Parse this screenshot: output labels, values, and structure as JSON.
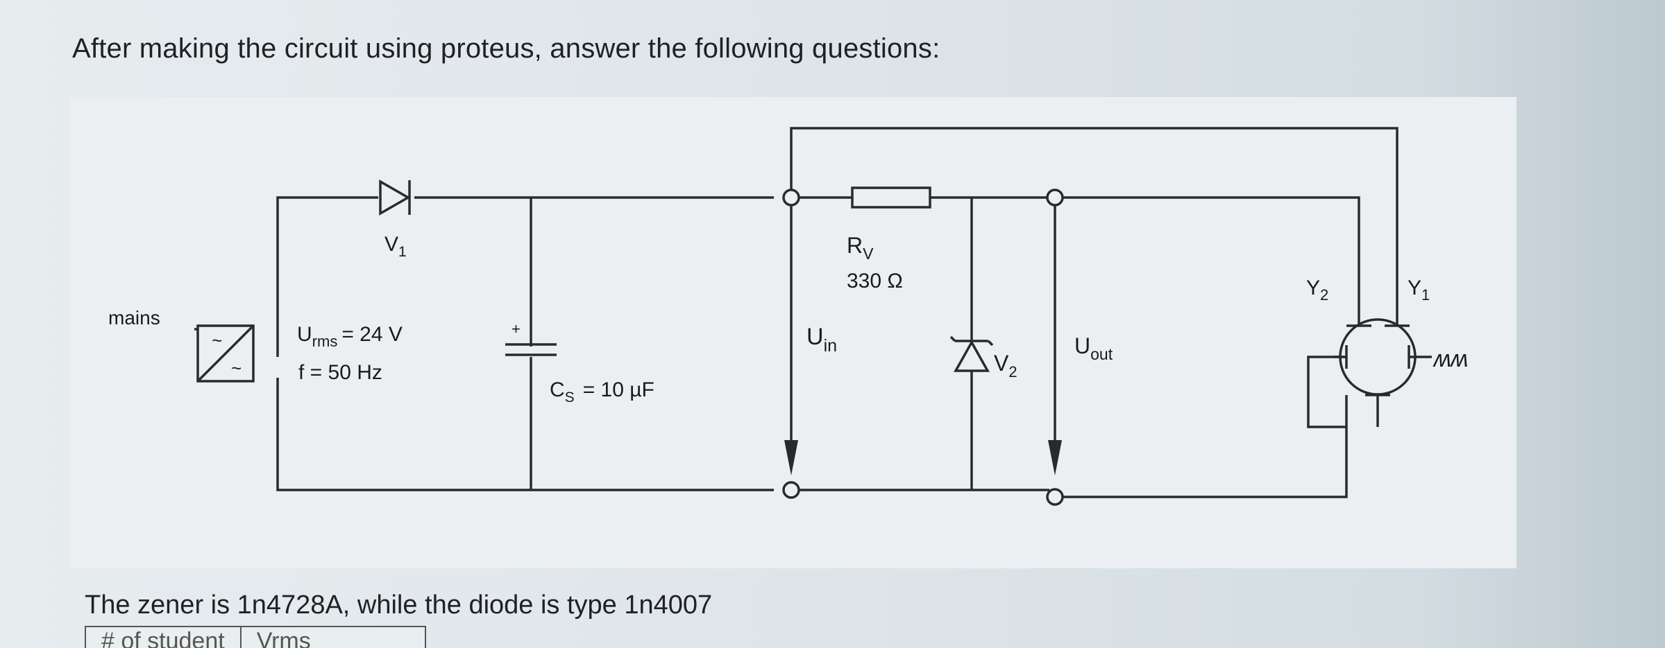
{
  "question": "After making the circuit using proteus, answer the following questions:",
  "circuit": {
    "mains_label": "mains",
    "source_ac_symbol": "~",
    "source_dc_symbol": "~",
    "urms_main": "U",
    "urms_sub": "rms",
    "urms_value": "= 24 V",
    "frequency": "f = 50 Hz",
    "diode_main": "V",
    "diode_sub": "1",
    "cap_plus": "+",
    "cap_main": "C",
    "cap_sub": "S",
    "cap_value": "= 10 µF",
    "uin_main": "U",
    "uin_sub": "in",
    "resistor_main": "R",
    "resistor_sub": "V",
    "resistor_value": "330 Ω",
    "zener_main": "V",
    "zener_sub": "2",
    "uout_main": "U",
    "uout_sub": "out",
    "y2_main": "Y",
    "y2_sub": "2",
    "y1_main": "Y",
    "y1_sub": "1",
    "sweep_symbol": "ʍʍ"
  },
  "note": "The zener is 1n4728A, while the diode is type 1n4007",
  "table": {
    "headers": [
      "# of student",
      "Vrms"
    ]
  }
}
